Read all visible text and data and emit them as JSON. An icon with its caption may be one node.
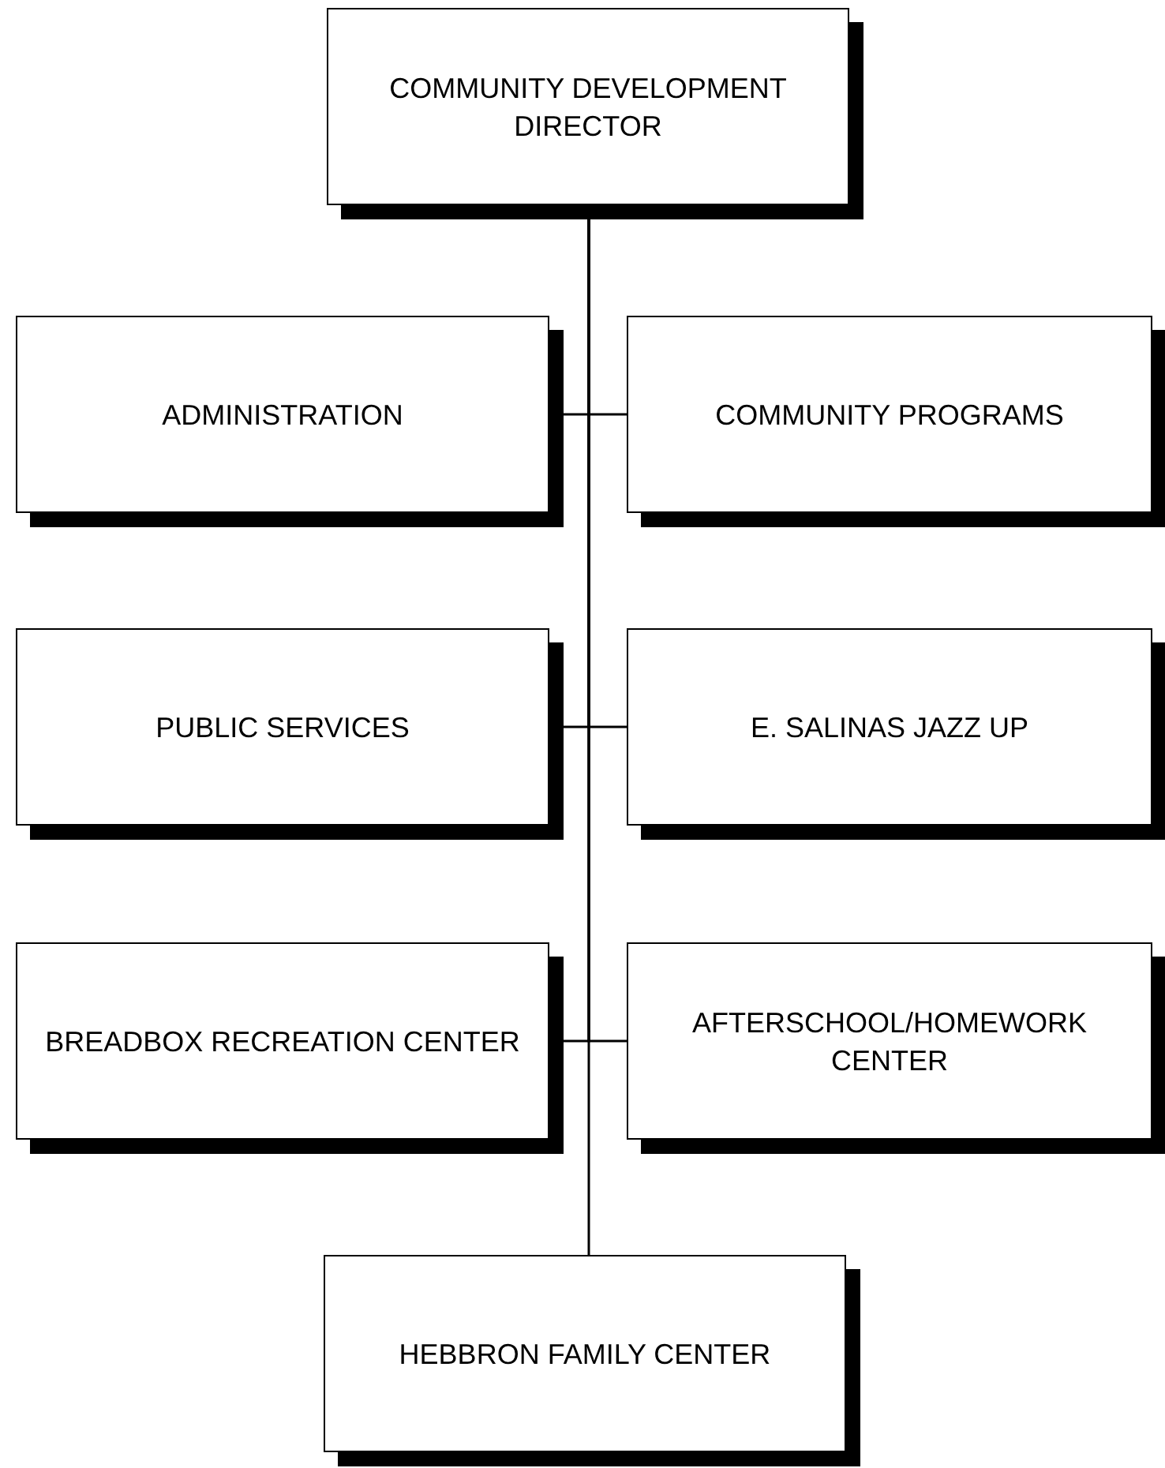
{
  "diagram": {
    "nodes": [
      {
        "text": [
          "COMMUNITY DEVELOPMENT DIRECTOR"
        ]
      },
      {
        "text": [
          "ADMINISTRATION"
        ]
      },
      {
        "text": [
          "COMMUNITY PROGRAMS"
        ]
      },
      {
        "text": [
          "PUBLIC SERVICES"
        ]
      },
      {
        "text": [
          "E. SALINAS JAZZ UP"
        ]
      },
      {
        "text": [
          "BREADBOX RECREATION CENTER"
        ]
      },
      {
        "text": [
          "AFTERSCHOOL/HOMEWORK CENTER"
        ]
      },
      {
        "text": [
          "HEBBRON FAMILY CENTER"
        ]
      }
    ],
    "edges": [
      {
        "from": 0,
        "to": 1,
        "arrow": "none"
      },
      {
        "from": 0,
        "to": 2,
        "arrow": "none"
      },
      {
        "from": 0,
        "to": 3,
        "arrow": "none"
      },
      {
        "from": 0,
        "to": 4,
        "arrow": "none"
      },
      {
        "from": 0,
        "to": 5,
        "arrow": "none"
      },
      {
        "from": 0,
        "to": 6,
        "arrow": "none"
      },
      {
        "from": 0,
        "to": 7,
        "arrow": "none"
      }
    ]
  }
}
